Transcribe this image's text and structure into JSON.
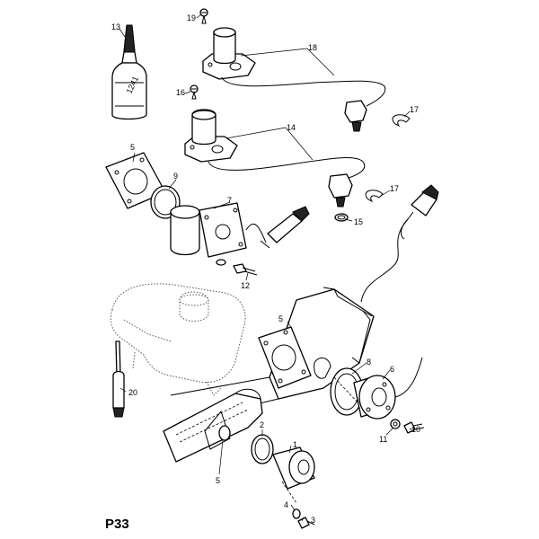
{
  "page": {
    "code": "P33"
  },
  "bottle": {
    "label_text": "1241"
  },
  "callouts": [
    {
      "id": "13",
      "label": "13"
    },
    {
      "id": "19",
      "label": "19"
    },
    {
      "id": "18",
      "label": "18"
    },
    {
      "id": "16",
      "label": "16"
    },
    {
      "id": "17a",
      "label": "17"
    },
    {
      "id": "14",
      "label": "14"
    },
    {
      "id": "5a",
      "label": "5"
    },
    {
      "id": "9",
      "label": "9"
    },
    {
      "id": "7",
      "label": "7"
    },
    {
      "id": "17b",
      "label": "17"
    },
    {
      "id": "15",
      "label": "15"
    },
    {
      "id": "12",
      "label": "12"
    },
    {
      "id": "5b",
      "label": "5"
    },
    {
      "id": "8",
      "label": "8"
    },
    {
      "id": "6",
      "label": "6"
    },
    {
      "id": "20",
      "label": "20"
    },
    {
      "id": "10",
      "label": "10"
    },
    {
      "id": "11",
      "label": "11"
    },
    {
      "id": "2",
      "label": "2"
    },
    {
      "id": "1",
      "label": "1"
    },
    {
      "id": "5c",
      "label": "5"
    },
    {
      "id": "4",
      "label": "4"
    },
    {
      "id": "3",
      "label": "3"
    }
  ]
}
